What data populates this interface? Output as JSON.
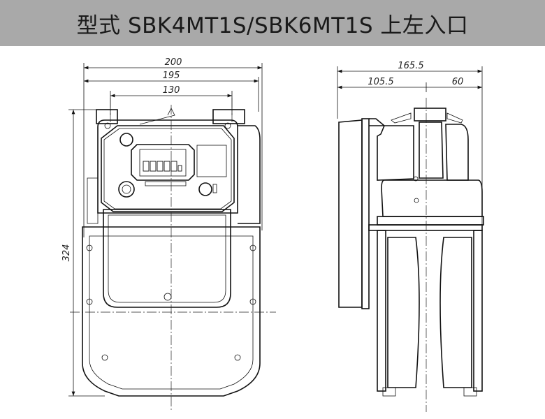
{
  "header": {
    "title": "型式 SBK4MT1S/SBK6MT1S 上左入口"
  },
  "front_view": {
    "dims": {
      "width_overall": "200",
      "width_body": "195",
      "inlet_pitch": "130",
      "height": "324"
    }
  },
  "side_view": {
    "dims": {
      "depth_overall": "165.5",
      "depth_front": "105.5",
      "depth_rear": "60"
    }
  }
}
